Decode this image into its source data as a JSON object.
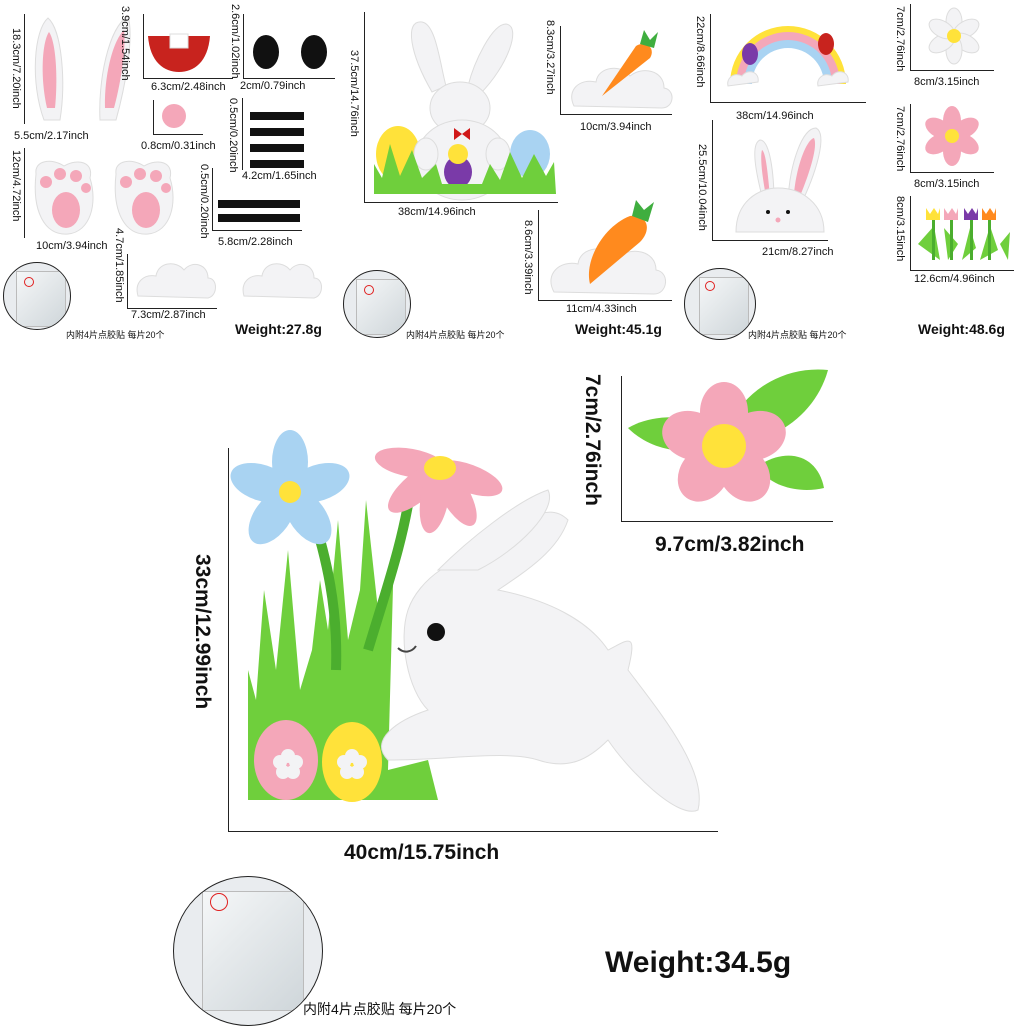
{
  "colors": {
    "felt_white": "#f3f3f5",
    "pink": "#f4a7b9",
    "green": "#6fcf3c",
    "yellow": "#ffe23a",
    "blue": "#a9d3f2",
    "orange": "#ff8a1e",
    "red": "#c8231e",
    "black": "#111111"
  },
  "set1": {
    "ears": {
      "height": "18.3cm/7.20inch",
      "width": "5.5cm/2.17inch"
    },
    "nose_mouth": {
      "height": "3.9cm/1.54inch",
      "width": "6.3cm/2.48inch"
    },
    "eyes": {
      "height": "2.6cm/1.02inch",
      "width": "2cm/0.79inch"
    },
    "pompom": {
      "width": "0.8cm/0.31inch"
    },
    "strips_a": {
      "height": "0.5cm/0.20inch",
      "width": "4.2cm/1.65inch"
    },
    "strips_b": {
      "height": "0.5cm/0.20inch",
      "width": "5.8cm/2.28inch"
    },
    "paws": {
      "height": "12cm/4.72inch",
      "width": "10cm/3.94inch"
    },
    "cloud": {
      "height": "4.7cm/1.85inch",
      "width": "7.3cm/2.87inch"
    },
    "glue_note": "内附4片点胶贴 每片20个",
    "weight": "Weight:27.8g"
  },
  "set2": {
    "bunny_scene": {
      "height": "37.5cm/14.76inch",
      "width": "38cm/14.96inch"
    },
    "carrot_small": {
      "height": "8.3cm/3.27inch",
      "width": "10cm/3.94inch"
    },
    "carrot_large": {
      "height": "8.6cm/3.39inch",
      "width": "11cm/4.33inch"
    },
    "glue_note": "内附4片点胶贴 每片20个",
    "weight": "Weight:45.1g"
  },
  "set3": {
    "rainbow": {
      "height": "22cm/8.66inch",
      "width": "38cm/14.96inch"
    },
    "peek_bunny": {
      "height": "25.5cm/10.04inch",
      "width": "21cm/8.27inch"
    },
    "flower_white": {
      "height": "7cm/2.76inch",
      "width": "8cm/3.15inch"
    },
    "flower_pink": {
      "height": "7cm/2.76inch",
      "width": "8cm/3.15inch"
    },
    "tulips": {
      "height": "8cm/3.15inch",
      "width": "12.6cm/4.96inch"
    },
    "glue_note": "内附4片点胶贴 每片20个",
    "weight": "Weight:48.6g"
  },
  "set4": {
    "jumping_bunny": {
      "height": "33cm/12.99inch",
      "width": "40cm/15.75inch"
    },
    "flower": {
      "height": "7cm/2.76inch",
      "width": "9.7cm/3.82inch"
    },
    "glue_note": "内附4片点胶贴 每片20个",
    "weight": "Weight:34.5g"
  }
}
